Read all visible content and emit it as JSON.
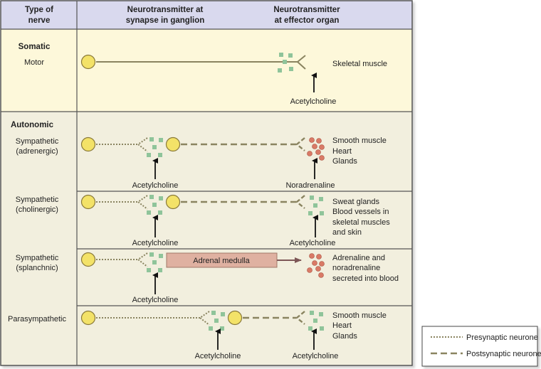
{
  "header": {
    "col1": [
      "Type of",
      "nerve"
    ],
    "col2": [
      "Neurotransmitter at",
      "synapse in ganglion"
    ],
    "col3": [
      "Neurotransmitter",
      "at effector organ"
    ]
  },
  "colors": {
    "header_bg": "#d9d9ee",
    "somatic_bg": "#fdf8da",
    "autonomic_bg": "#f2efde",
    "cell_body": "#f3e268",
    "acetylcholine_vesicle": "#8fc49a",
    "noradrenaline_vesicle": "#d97a66",
    "neurone_line": "#8a8460",
    "adrenal_box": "#dfb1a1"
  },
  "rows": [
    {
      "group": "Somatic",
      "type": [
        "Motor"
      ],
      "ganglion_transmitter": "",
      "effector_transmitter": "Acetylcholine",
      "effector": [
        "Skeletal muscle"
      ]
    },
    {
      "group": "Autonomic",
      "type": [
        "Sympathetic",
        "(adrenergic)"
      ],
      "ganglion_transmitter": "Acetylcholine",
      "effector_transmitter": "Noradrenaline",
      "effector": [
        "Smooth muscle",
        "Heart",
        "Glands"
      ]
    },
    {
      "type": [
        "Sympathetic",
        "(cholinergic)"
      ],
      "ganglion_transmitter": "Acetylcholine",
      "effector_transmitter": "Acetylcholine",
      "effector": [
        "Sweat glands",
        "Blood vessels in",
        "skeletal muscles",
        "and skin"
      ]
    },
    {
      "type": [
        "Sympathetic",
        "(splanchnic)"
      ],
      "ganglion_transmitter": "Acetylcholine",
      "adrenal_label": "Adrenal medulla",
      "effector": [
        "Adrenaline and",
        "noradrenaline",
        "secreted into blood"
      ]
    },
    {
      "type": [
        "Parasympathetic"
      ],
      "ganglion_transmitter": "Acetylcholine",
      "effector_transmitter": "Acetylcholine",
      "effector": [
        "Smooth muscle",
        "Heart",
        "Glands"
      ]
    }
  ],
  "legend": {
    "presynaptic": "Presynaptic neurone",
    "postsynaptic": "Postsynaptic neurone"
  }
}
